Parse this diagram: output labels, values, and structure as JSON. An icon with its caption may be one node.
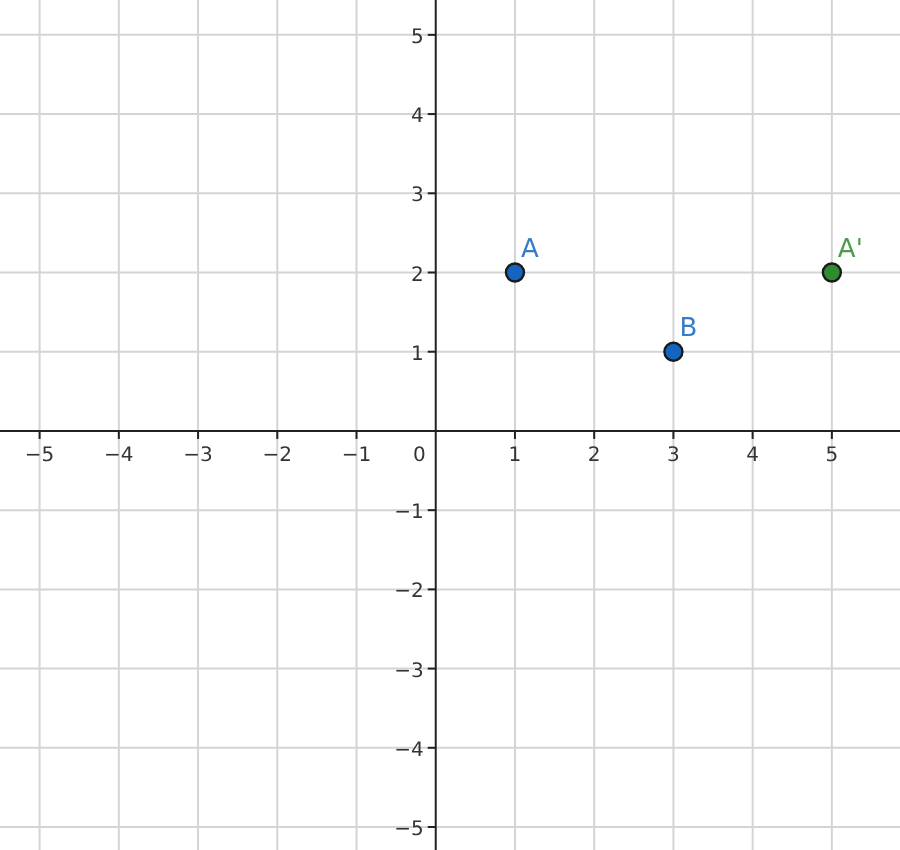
{
  "diagram": {
    "labels": [
      "0"
    ],
    "chart_data": {
      "type": "scatter",
      "grid": true,
      "xlim": [
        -5.5,
        5.86
      ],
      "ylim": [
        -5.29,
        5.44
      ],
      "xticks": [
        {
          "value": -5,
          "label": "−5"
        },
        {
          "value": -4,
          "label": "−4"
        },
        {
          "value": -3,
          "label": "−3"
        },
        {
          "value": -2,
          "label": "−2"
        },
        {
          "value": -1,
          "label": "−1"
        },
        {
          "value": 1,
          "label": "1"
        },
        {
          "value": 2,
          "label": "2"
        },
        {
          "value": 3,
          "label": "3"
        },
        {
          "value": 4,
          "label": "4"
        },
        {
          "value": 5,
          "label": "5"
        }
      ],
      "yticks": [
        {
          "value": -5,
          "label": "−5"
        },
        {
          "value": -4,
          "label": "−4"
        },
        {
          "value": -3,
          "label": "−3"
        },
        {
          "value": -2,
          "label": "−2"
        },
        {
          "value": -1,
          "label": "−1"
        },
        {
          "value": 1,
          "label": "1"
        },
        {
          "value": 2,
          "label": "2"
        },
        {
          "value": 3,
          "label": "3"
        },
        {
          "value": 4,
          "label": "4"
        },
        {
          "value": 5,
          "label": "5"
        }
      ],
      "x": [
        1,
        3,
        5
      ],
      "series": [
        {
          "name": "A",
          "color": "#1565c0",
          "values": [
            2,
            null,
            null
          ]
        },
        {
          "name": "B",
          "color": "#1565c0",
          "values": [
            null,
            1,
            null
          ]
        },
        {
          "name": "A'",
          "color": "#2e8b2e",
          "values": [
            null,
            null,
            2
          ]
        }
      ]
    }
  }
}
